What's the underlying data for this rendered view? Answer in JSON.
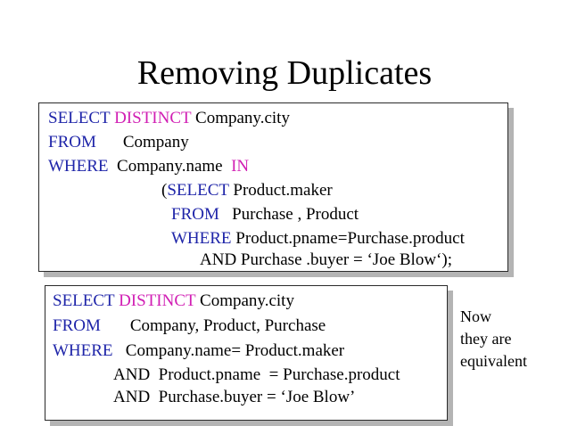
{
  "title": "Removing Duplicates",
  "colors": {
    "keyword_blue": "#1f25a9",
    "keyword_pink": "#d11fb4",
    "shadow": "#b4b4b4"
  },
  "query1": {
    "l1": {
      "kw1": "SELECT",
      "kw2": "DISTINCT",
      "text": "Company.city"
    },
    "l2": {
      "kw": "FROM",
      "text": "Company"
    },
    "l3": {
      "kw1": "WHERE",
      "text": "Company.name",
      "kw2": "IN"
    },
    "l4": {
      "paren": "(",
      "kw": "SELECT",
      "text": "Product.maker"
    },
    "l5": {
      "kw": "FROM",
      "text": "Purchase , Product"
    },
    "l6": {
      "kw": "WHERE",
      "text": "Product.pname=Purchase.product"
    },
    "l7": {
      "text": "AND Purchase .buyer = ‘Joe Blow‘);"
    }
  },
  "query2": {
    "l1": {
      "kw1": "SELECT",
      "kw2": "DISTINCT",
      "text": "Company.city"
    },
    "l2": {
      "kw": "FROM",
      "text": "Company, Product, Purchase"
    },
    "l3": {
      "kw": "WHERE",
      "text": "Company.name= Product.maker"
    },
    "l4": {
      "text": "AND  Product.pname  = Purchase.product"
    },
    "l5": {
      "text": "AND  Purchase.buyer = ‘Joe Blow’"
    }
  },
  "note": {
    "line1": "Now",
    "line2": "they are",
    "line3": "equivalent"
  }
}
